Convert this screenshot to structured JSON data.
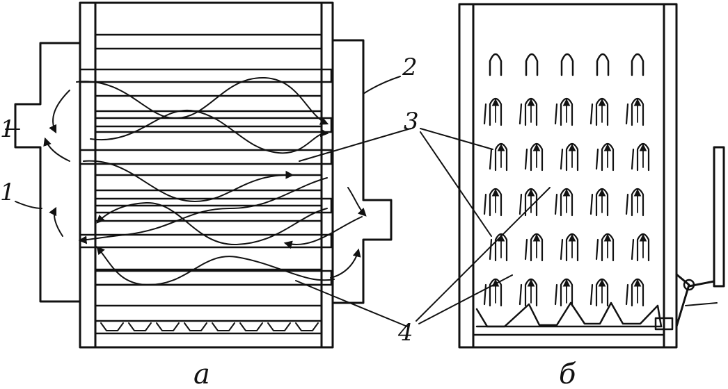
{
  "labels": {
    "one_top": "1",
    "one_left": "1",
    "two": "2",
    "three": "3",
    "four": "4"
  },
  "captions": {
    "a": "a",
    "b": "б"
  },
  "colors": {
    "ink": "#111111",
    "paper": "#ffffff"
  }
}
